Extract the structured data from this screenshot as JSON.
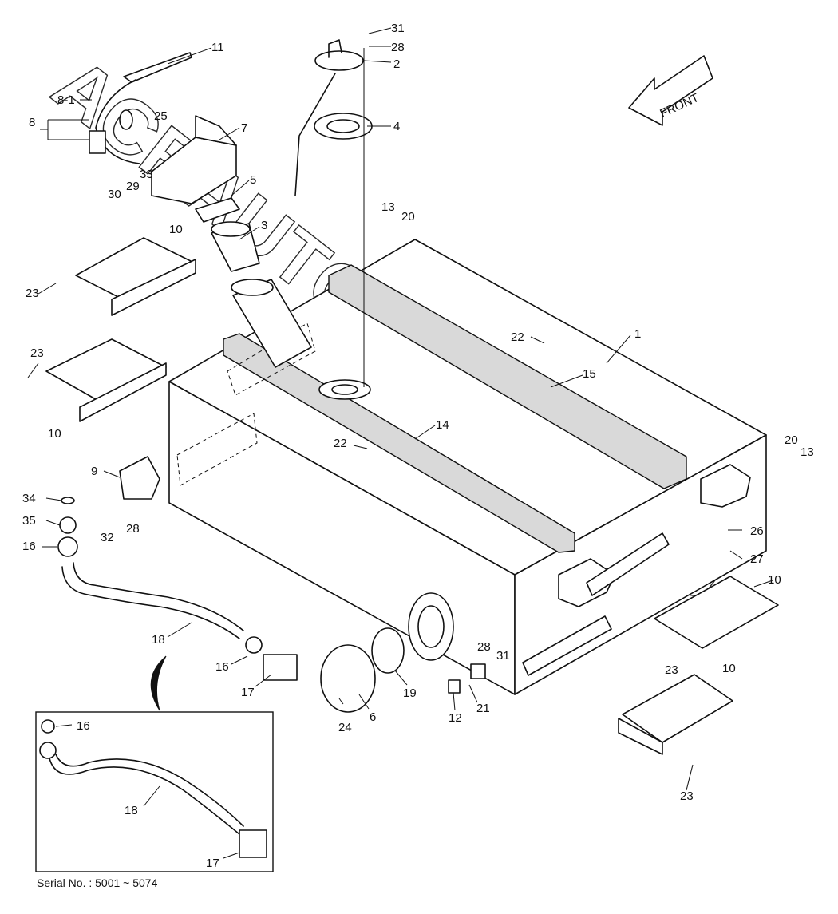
{
  "front_label": "FRONT",
  "serial_note": "Serial No. : 5001 ~ 5074",
  "watermark": "ACRAUTODEALER.RU",
  "callouts": [
    {
      "id": "c1",
      "text": "1"
    },
    {
      "id": "c2",
      "text": "2"
    },
    {
      "id": "c3",
      "text": "3"
    },
    {
      "id": "c4",
      "text": "4"
    },
    {
      "id": "c5",
      "text": "5"
    },
    {
      "id": "c6",
      "text": "6"
    },
    {
      "id": "c7",
      "text": "7"
    },
    {
      "id": "c8",
      "text": "8"
    },
    {
      "id": "c8_1",
      "text": "8-1"
    },
    {
      "id": "c9",
      "text": "9"
    },
    {
      "id": "c10a",
      "text": "10"
    },
    {
      "id": "c10b",
      "text": "10"
    },
    {
      "id": "c10c",
      "text": "10"
    },
    {
      "id": "c10d",
      "text": "10"
    },
    {
      "id": "c11",
      "text": "11"
    },
    {
      "id": "c12",
      "text": "12"
    },
    {
      "id": "c13a",
      "text": "13"
    },
    {
      "id": "c13b",
      "text": "13"
    },
    {
      "id": "c14",
      "text": "14"
    },
    {
      "id": "c15",
      "text": "15"
    },
    {
      "id": "c16a",
      "text": "16"
    },
    {
      "id": "c16b",
      "text": "16"
    },
    {
      "id": "c16c",
      "text": "16"
    },
    {
      "id": "c17a",
      "text": "17"
    },
    {
      "id": "c17b",
      "text": "17"
    },
    {
      "id": "c18a",
      "text": "18"
    },
    {
      "id": "c18b",
      "text": "18"
    },
    {
      "id": "c19",
      "text": "19"
    },
    {
      "id": "c20a",
      "text": "20"
    },
    {
      "id": "c20b",
      "text": "20"
    },
    {
      "id": "c21",
      "text": "21"
    },
    {
      "id": "c22a",
      "text": "22"
    },
    {
      "id": "c22b",
      "text": "22"
    },
    {
      "id": "c23a",
      "text": "23"
    },
    {
      "id": "c23b",
      "text": "23"
    },
    {
      "id": "c23c",
      "text": "23"
    },
    {
      "id": "c23d",
      "text": "23"
    },
    {
      "id": "c24",
      "text": "24"
    },
    {
      "id": "c25",
      "text": "25"
    },
    {
      "id": "c26",
      "text": "26"
    },
    {
      "id": "c27",
      "text": "27"
    },
    {
      "id": "c28a",
      "text": "28"
    },
    {
      "id": "c28b",
      "text": "28"
    },
    {
      "id": "c28c",
      "text": "28"
    },
    {
      "id": "c29",
      "text": "29"
    },
    {
      "id": "c30",
      "text": "30"
    },
    {
      "id": "c31a",
      "text": "31"
    },
    {
      "id": "c31b",
      "text": "31"
    },
    {
      "id": "c32",
      "text": "32"
    },
    {
      "id": "c33",
      "text": "33"
    },
    {
      "id": "c34",
      "text": "34"
    },
    {
      "id": "c35",
      "text": "35"
    }
  ]
}
